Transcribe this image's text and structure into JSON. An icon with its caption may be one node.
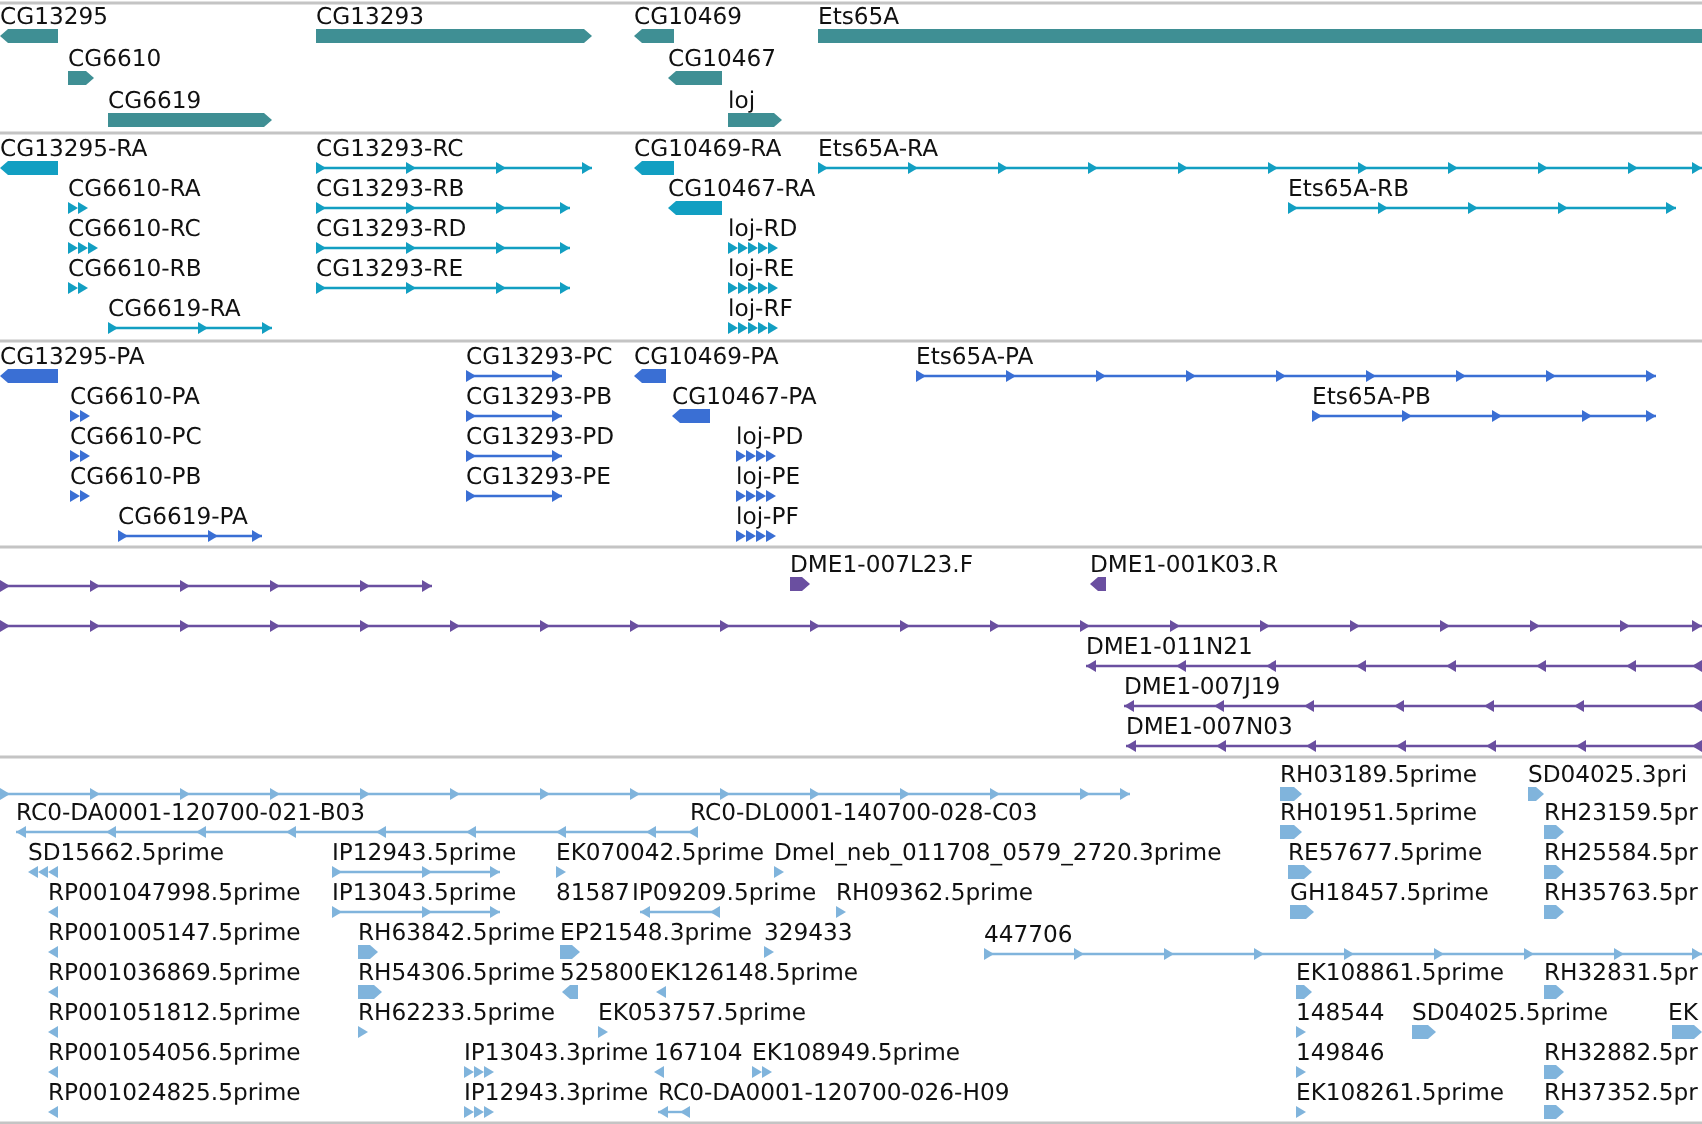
{
  "diagram": {
    "labels": [
      "CG13295",
      "CG13293",
      "CG10469",
      "Ets65A",
      "CG6610",
      "CG10467",
      "CG6619",
      "loj",
      "CG13295-RA",
      "CG13293-RC",
      "CG10469-RA",
      "Ets65A-RA",
      "CG6610-RA",
      "CG13293-RB",
      "CG10467-RA",
      "Ets65A-RB",
      "CG6610-RC",
      "CG13293-RD",
      "loj-RD",
      "CG6610-RB",
      "CG13293-RE",
      "loj-RE",
      "CG6619-RA",
      "loj-RF",
      "CG13295-PA",
      "CG13293-PC",
      "CG10469-PA",
      "Ets65A-PA",
      "CG6610-PA",
      "CG13293-PB",
      "CG10467-PA",
      "Ets65A-PB",
      "CG6610-PC",
      "CG13293-PD",
      "loj-PD",
      "CG6610-PB",
      "CG13293-PE",
      "loj-PE",
      "CG6619-PA",
      "loj-PF",
      "DME1-007L23.F",
      "DME1-001K03.R",
      "DME1-011N21",
      "DME1-007J19",
      "DME1-007N03",
      "RH03189.5prime",
      "SD04025.3pri",
      "RC0-DA0001-120700-021-B03",
      "RC0-DL0001-140700-028-C03",
      "RH01951.5prime",
      "RH23159.5pr",
      "SD15662.5prime",
      "IP12943.5prime",
      "EK070042.5prime",
      "Dmel_neb_011708_0579_2720.3prime",
      "RE57677.5prime",
      "RH25584.5pr",
      "RP001047998.5prime",
      "IP13043.5prime",
      "81587",
      "IP09209.5prime",
      "RH09362.5prime",
      "GH18457.5prime",
      "RH35763.5pr",
      "RP001005147.5prime",
      "RH63842.5prime",
      "EP21548.3prime",
      "329433",
      "447706",
      "RP001036869.5prime",
      "RH54306.5prime",
      "525800",
      "EK126148.5prime",
      "EK108861.5prime",
      "RH32831.5pr",
      "RP001051812.5prime",
      "RH62233.5prime",
      "EK053757.5prime",
      "148544",
      "SD04025.5prime",
      "EK",
      "RP001054056.5prime",
      "IP13043.3prime",
      "167104",
      "EK108949.5prime",
      "149846",
      "RH32882.5pr",
      "RP001024825.5prime",
      "IP12943.3prime",
      "RC0-DA0001-120700-026-H09",
      "EK108261.5prime",
      "RH37352.5pr"
    ]
  }
}
